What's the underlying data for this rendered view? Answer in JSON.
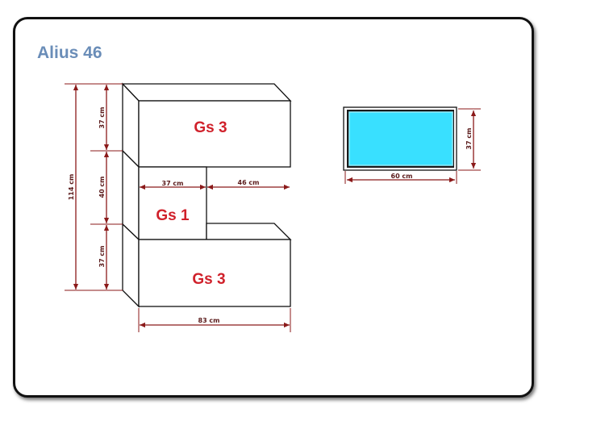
{
  "title": "Alius 46",
  "colors": {
    "title": "#6a8db8",
    "label": "#d0212b",
    "dimension": "#8b1a1a",
    "screen": "#39e0ff",
    "outline": "#111111"
  },
  "modules": {
    "top": "Gs 3",
    "middle": "Gs 1",
    "bottom": "Gs 3"
  },
  "dimensions": {
    "total_height": "114 cm",
    "top_height": "37 cm",
    "middle_height": "40 cm",
    "bottom_height": "37 cm",
    "middle_width": "37 cm",
    "gap_width": "46 cm",
    "total_width": "83 cm",
    "tv_width": "60 cm",
    "tv_height": "37 cm"
  }
}
